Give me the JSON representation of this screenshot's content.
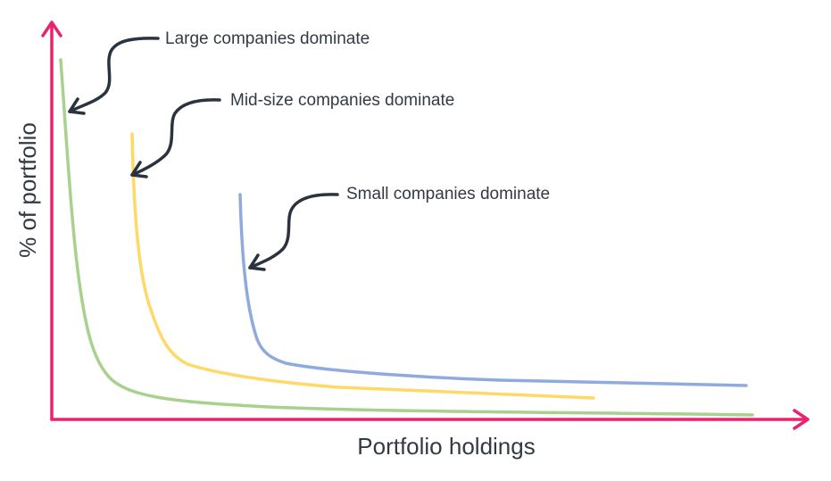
{
  "diagram": {
    "x_axis_label": "Portfolio holdings",
    "y_axis_label": "% of portfolio",
    "curves": [
      {
        "key": "large",
        "annotation": "Large companies dominate",
        "color": "#a9d18e"
      },
      {
        "key": "mid",
        "annotation": "Mid-size companies dominate",
        "color": "#ffd966"
      },
      {
        "key": "small",
        "annotation": "Small companies dominate",
        "color": "#8faadc"
      }
    ],
    "colors": {
      "axis": "#e8236f",
      "annotation_text": "#333a44",
      "arrow": "#2b3340"
    }
  }
}
